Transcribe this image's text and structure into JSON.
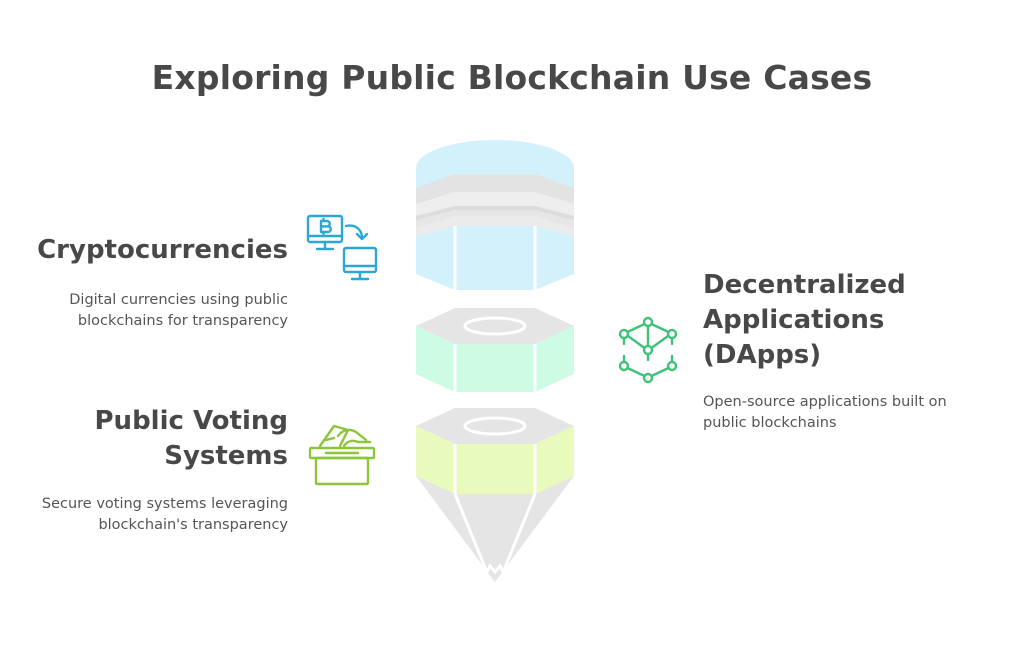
{
  "title": "Exploring Public Blockchain Use Cases",
  "items": [
    {
      "heading": "Cryptocurrencies",
      "description_lines": [
        "Digital currencies using public",
        "blockchains for transparency"
      ],
      "icon": "bitcoin-transfer-icon",
      "color": "#29a8d6"
    },
    {
      "heading_lines": [
        "Decentralized",
        "Applications",
        "(DApps)"
      ],
      "description_lines": [
        "Open-source applications built on",
        "public blockchains"
      ],
      "icon": "network-nodes-icon",
      "color": "#3ec27a"
    },
    {
      "heading_lines": [
        "Public Voting",
        "Systems"
      ],
      "description_lines": [
        "Secure voting systems leveraging",
        "blockchain's transparency"
      ],
      "icon": "ballot-box-icon",
      "color": "#8cc43a"
    }
  ],
  "colors": {
    "segment_blue": "#d3f1fb",
    "segment_green": "#cdfbe3",
    "segment_lime": "#e8fbbd",
    "body_gray": "#e5e5e5",
    "band_gray": "#dadada"
  }
}
